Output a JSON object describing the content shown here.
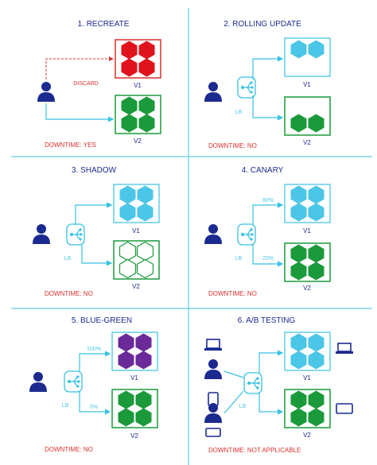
{
  "colors": {
    "navy": "#1b2a8f",
    "cyan": "#4cc6e6",
    "cyan_line": "#38c1e2",
    "red": "#e0121b",
    "red_box": "#d9302c",
    "green": "#1a9a3a",
    "purple": "#6a2a9a",
    "downtime_red": "#d9302c",
    "divider": "#7fd3e6"
  },
  "icons": {
    "user": "user-icon",
    "lb": "load-balancer-icon",
    "hex": "hexagon-icon",
    "laptop": "laptop-icon",
    "phone": "phone-icon",
    "tablet": "tablet-icon"
  },
  "panels": [
    {
      "id": "recreate",
      "title": "1. RECREATE",
      "v1_label": "V1",
      "v2_label": "V2",
      "downtime": "DOWNTIME:  YES",
      "discard_label": "DISCARD"
    },
    {
      "id": "rolling",
      "title": "2. ROLLING UPDATE",
      "v1_label": "V1",
      "v2_label": "V2",
      "downtime": "DOWNTIME:  NO",
      "lb_label": "LB"
    },
    {
      "id": "shadow",
      "title": "3. SHADOW",
      "v1_label": "V1",
      "v2_label": "V2",
      "downtime": "DOWNTIME:  NO",
      "lb_label": "LB"
    },
    {
      "id": "canary",
      "title": "4. CANARY",
      "v1_label": "V1",
      "v2_label": "V2",
      "downtime": "DOWNTIME:  NO",
      "lb_label": "LB",
      "pct_v1": "80%",
      "pct_v2": "20%"
    },
    {
      "id": "bluegreen",
      "title": "5. BLUE-GREEN",
      "v1_label": "V1",
      "v2_label": "V2",
      "downtime": "DOWNTIME:  NO",
      "lb_label": "LB",
      "pct_v1": "100%",
      "pct_v2": "0%"
    },
    {
      "id": "abtesting",
      "title": "6. A/B TESTING",
      "v1_label": "V1",
      "v2_label": "V2",
      "downtime": "DOWNTIME:  NOT APPLICABLE",
      "lb_label": "LB"
    }
  ]
}
